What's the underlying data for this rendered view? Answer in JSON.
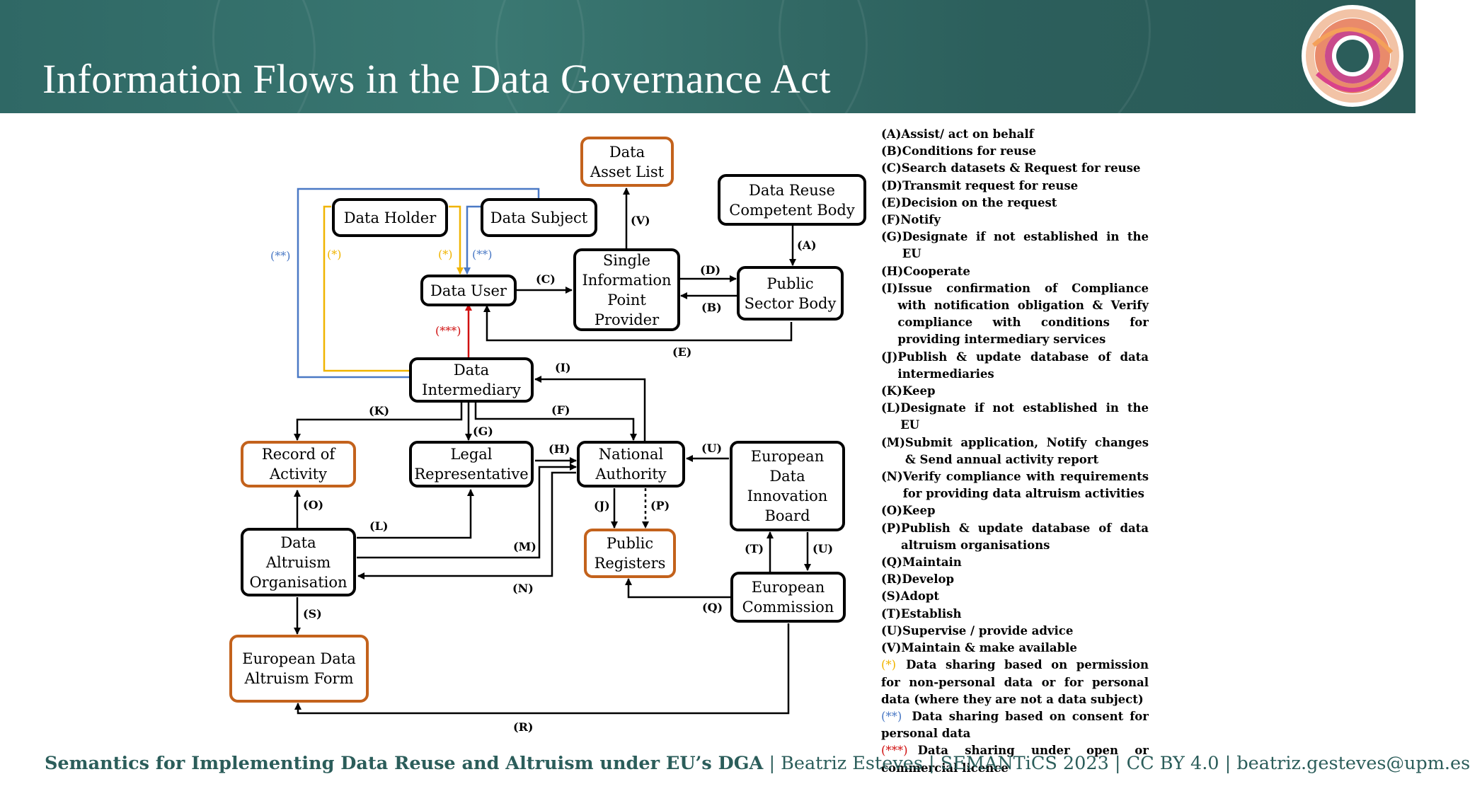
{
  "header": {
    "title": "Information Flows in the Data Governance Act",
    "bg_color": "#2f6865",
    "logo_icon": "conference-ring-logo-icon"
  },
  "nodes": {
    "data_asset_list": "Data\nAsset List",
    "data_holder": "Data Holder",
    "data_subject": "Data Subject",
    "data_reuse_body": "Data Reuse\nCompetent Body",
    "data_user": "Data User",
    "single_info_point": "Single\nInformation\nPoint\nProvider",
    "public_sector_body": "Public\nSector Body",
    "data_intermediary": "Data\nIntermediary",
    "record_of_activity": "Record of\nActivity",
    "legal_representative": "Legal\nRepresentative",
    "national_authority": "National\nAuthority",
    "european_data_innovation_board": "European\nData\nInnovation\nBoard",
    "data_altruism_org": "Data\nAltruism\nOrganisation",
    "public_registers": "Public\nRegisters",
    "european_commission": "European\nCommission",
    "european_data_altruism_form": "European Data\nAltruism Form"
  },
  "edge_labels": {
    "A": "(A)",
    "B": "(B)",
    "C": "(C)",
    "D": "(D)",
    "E": "(E)",
    "F": "(F)",
    "G": "(G)",
    "H": "(H)",
    "I": "(I)",
    "J": "(J)",
    "K": "(K)",
    "L": "(L)",
    "M": "(M)",
    "N": "(N)",
    "O": "(O)",
    "P": "(P)",
    "Q": "(Q)",
    "R": "(R)",
    "S": "(S)",
    "T": "(T)",
    "U1": "(U)",
    "U2": "(U)",
    "V": "(V)",
    "star_left": "(*)",
    "star_right": "(*)",
    "dstar_left": "(**)",
    "dstar_right": "(**)",
    "tstar": "(***)"
  },
  "legend": {
    "items": [
      {
        "code": "(A) ",
        "text": "Assist/ act on behalf"
      },
      {
        "code": "(B) ",
        "text": "Conditions for reuse"
      },
      {
        "code": "(C) ",
        "text": "Search datasets & Request for reuse"
      },
      {
        "code": "(D) ",
        "text": " Transmit request for reuse"
      },
      {
        "code": "(E) ",
        "text": "Decision on the request"
      },
      {
        "code": "(F) ",
        "text": "Notify"
      },
      {
        "code": "(G)",
        "text": "Designate if  not established in the EU"
      },
      {
        "code": "(H) ",
        "text": "Cooperate"
      },
      {
        "code": "(I) ",
        "text": "Issue confirmation of Compliance with notification obligation & Verify compliance with conditions for providing intermediary services"
      },
      {
        "code": "(J) ",
        "text": "Publish & update database of data intermediaries"
      },
      {
        "code": "(K) ",
        "text": "Keep"
      },
      {
        "code": "(L) ",
        "text": "Designate if  not established in the EU"
      },
      {
        "code": "(M)",
        "text": "Submit application, Notify changes & Send annual activity report"
      },
      {
        "code": "(N) ",
        "text": "Verify compliance with requirements for providing data altruism activities"
      },
      {
        "code": "(O) ",
        "text": "Keep"
      },
      {
        "code": "(P) ",
        "text": "Publish & update database of data altruism organisations"
      },
      {
        "code": "(Q) ",
        "text": "Maintain"
      },
      {
        "code": "(R) ",
        "text": "Develop"
      },
      {
        "code": "(S) ",
        "text": "Adopt"
      },
      {
        "code": "(T) ",
        "text": "Establish"
      },
      {
        "code": "(U) ",
        "text": "Supervise / provide advice"
      },
      {
        "code": "(V) ",
        "text": "Maintain & make available"
      }
    ],
    "notes": [
      {
        "marker": "(*)",
        "text": "Data sharing based on permission for non-personal data or for personal data (where they are not a data subject)"
      },
      {
        "marker": "(**)",
        "text": "Data sharing based on consent for personal data"
      },
      {
        "marker": "(***)",
        "text": "Data sharing under open or commercial licence"
      }
    ]
  },
  "footer": {
    "title": "Semantics for Implementing Data Reuse and Altruism under EU’s DGA",
    "rest": " | Beatriz Esteves | SEMANTiCS 2023 | CC BY 4.0 | beatriz.gesteves@upm.es"
  },
  "colors": {
    "orange_box": "#c3621c",
    "yellow_flow": "#f0b400",
    "blue_flow": "#4a79c5",
    "red_flow": "#d01010",
    "footer_text": "#2b5d5a"
  }
}
